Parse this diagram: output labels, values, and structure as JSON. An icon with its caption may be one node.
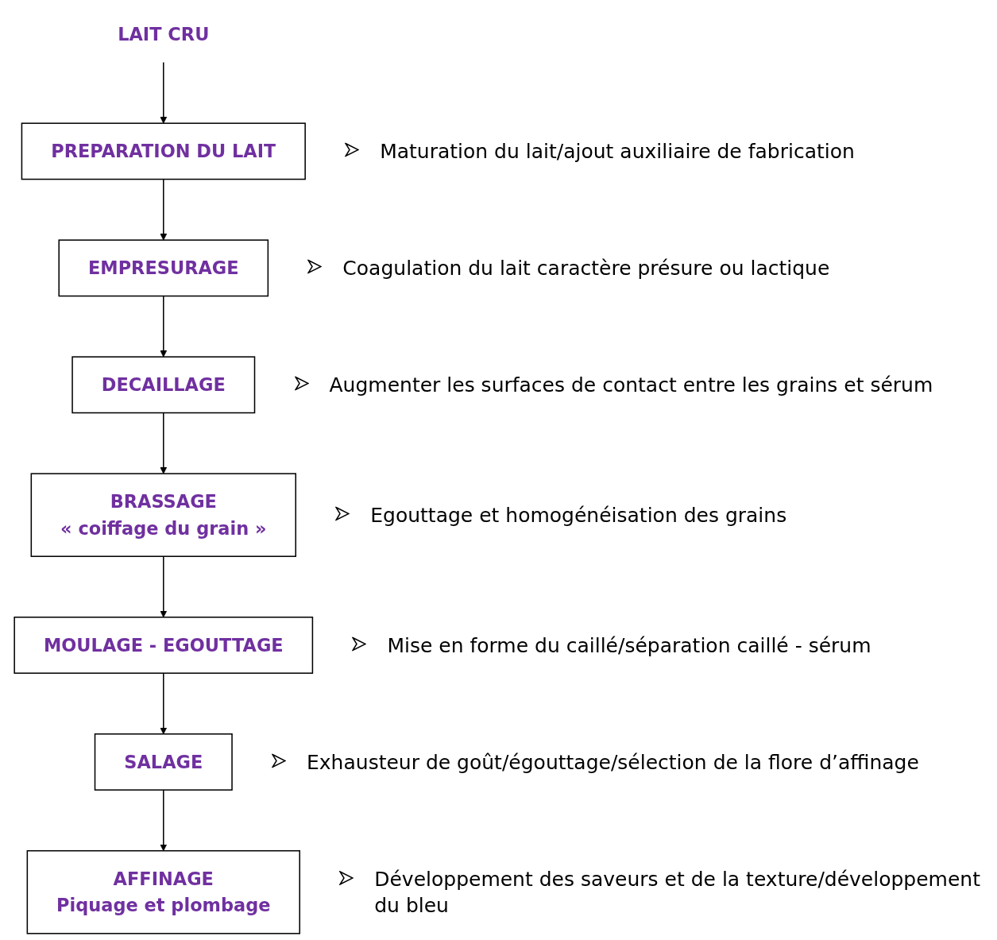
{
  "diagram": {
    "nodes": [
      {
        "text": [
          "LAIT CRU"
        ]
      },
      {
        "text": [
          "PREPARATION DU LAIT"
        ],
        "beside": [
          "Maturation du lait/ajout auxiliaire de fabrication"
        ]
      },
      {
        "text": [
          "EMPRESURAGE"
        ],
        "beside": [
          "Coagulation du lait caractère présure ou lactique"
        ]
      },
      {
        "text": [
          "DECAILLAGE"
        ],
        "beside": [
          "Augmenter les surfaces de contact entre les grains et sérum"
        ]
      },
      {
        "text": [
          "BRASSAGE",
          "« coiffage du grain »"
        ],
        "beside": [
          "Egouttage et homogénéisation des grains"
        ]
      },
      {
        "text": [
          "MOULAGE - EGOUTTAGE"
        ],
        "beside": [
          "Mise en forme du caillé/séparation caillé - sérum"
        ]
      },
      {
        "text": [
          "SALAGE"
        ],
        "beside": [
          "Exhausteur de goût/égouttage/sélection de la flore d’affinage"
        ]
      },
      {
        "text": [
          "AFFINAGE",
          "Piquage et plombage"
        ],
        "beside": [
          "Développement des saveurs et de la texture/développement du bleu"
        ]
      }
    ],
    "edges": [
      {
        "from": 0,
        "to": 1,
        "arrow": "to"
      },
      {
        "from": 1,
        "to": 2,
        "arrow": "to"
      },
      {
        "from": 2,
        "to": 3,
        "arrow": "to"
      },
      {
        "from": 3,
        "to": 4,
        "arrow": "to"
      },
      {
        "from": 4,
        "to": 5,
        "arrow": "to"
      },
      {
        "from": 5,
        "to": 6,
        "arrow": "to"
      },
      {
        "from": 6,
        "to": 7,
        "arrow": "to"
      }
    ]
  }
}
